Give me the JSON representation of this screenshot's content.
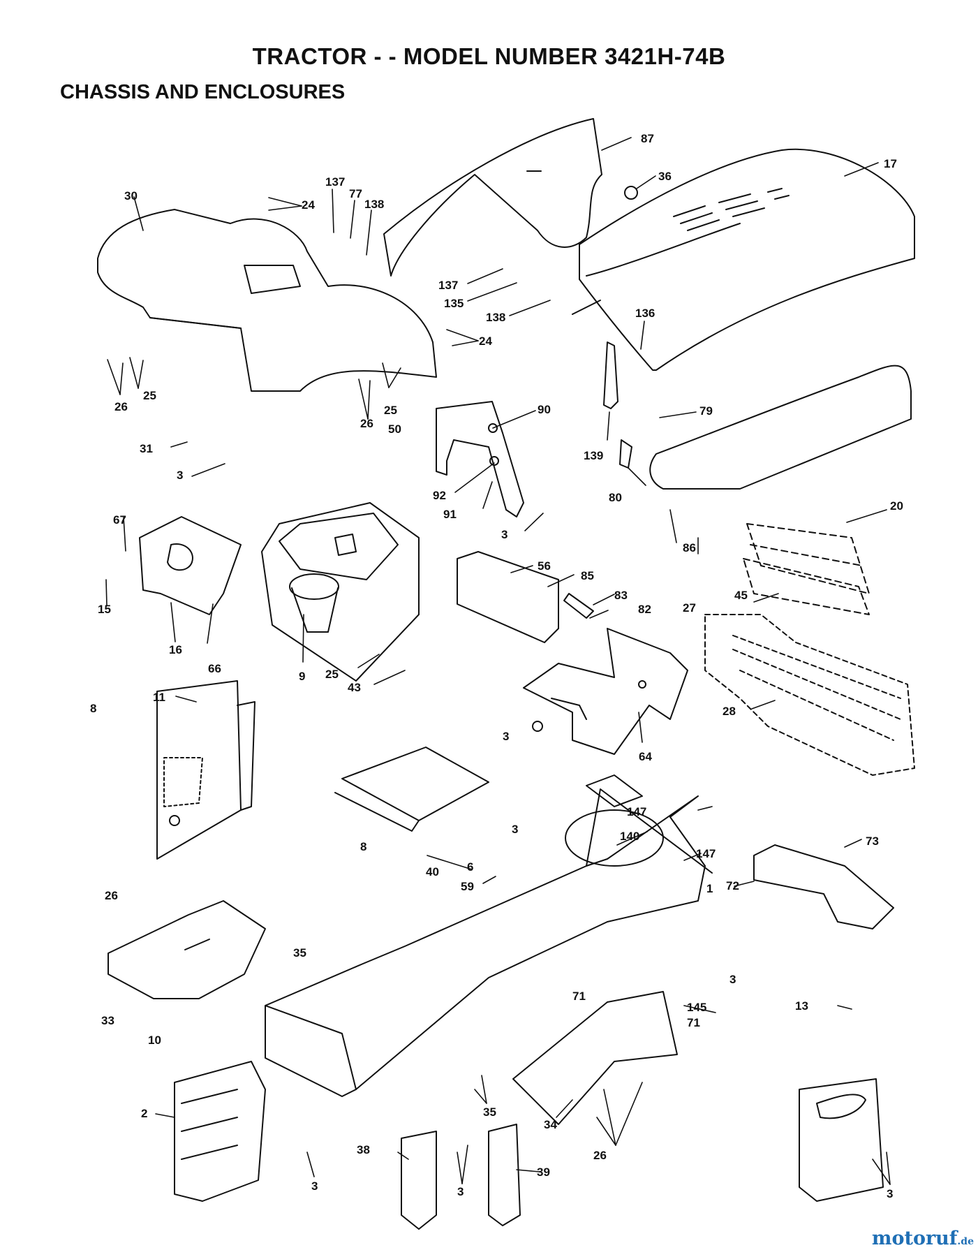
{
  "header": {
    "title": "TRACTOR - - MODEL NUMBER 3421H-74B",
    "subtitle": "CHASSIS AND ENCLOSURES"
  },
  "callouts": [
    "87",
    "17",
    "36",
    "30",
    "24",
    "137",
    "77",
    "138",
    "137",
    "135",
    "138",
    "136",
    "24",
    "25",
    "26",
    "25",
    "26",
    "90",
    "50",
    "79",
    "139",
    "80",
    "92",
    "91",
    "3",
    "31",
    "3",
    "67",
    "20",
    "15",
    "56",
    "85",
    "83",
    "86",
    "27",
    "45",
    "82",
    "16",
    "66",
    "9",
    "25",
    "43",
    "11",
    "8",
    "3",
    "64",
    "28",
    "147",
    "140",
    "147",
    "3",
    "73",
    "1",
    "72",
    "59",
    "40",
    "6",
    "8",
    "26",
    "35",
    "33",
    "10",
    "3",
    "145",
    "71",
    "71",
    "13",
    "2",
    "34",
    "35",
    "26",
    "3",
    "38",
    "39",
    "3",
    "3"
  ],
  "watermark": {
    "text": "motoruf",
    "suffix": ".de"
  },
  "colors": {
    "ink": "#111111",
    "paper": "#ffffff",
    "watermark": "#1f6fb5"
  }
}
